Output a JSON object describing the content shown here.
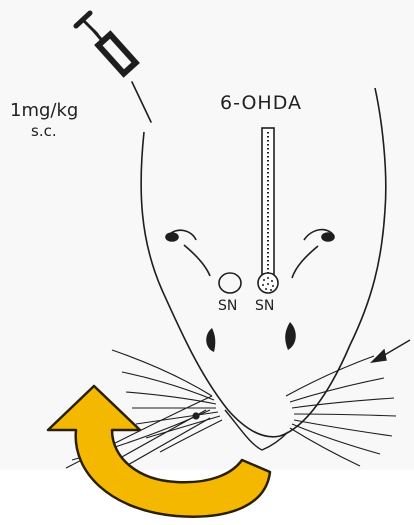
{
  "labels": {
    "dose": "1mg/kg",
    "route": "s.c.",
    "toxin": "6-OHDA",
    "sn_left": "SN",
    "sn_right": "SN"
  },
  "colors": {
    "ink": "#1e1e1e",
    "paper": "#f8f8f8",
    "arrow_fill": "#f5b800",
    "arrow_stroke": "#2a2000"
  },
  "icons": [
    "syringe-icon",
    "rotation-arrow-icon",
    "pointer-arrow-icon"
  ]
}
